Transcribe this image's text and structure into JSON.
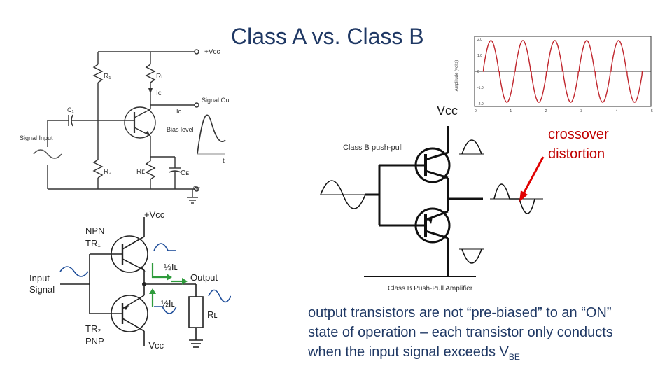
{
  "slide": {
    "title": "Class A vs. Class B",
    "vcc_label": "Vcc",
    "crossover_note": "crossover distortion",
    "footer_note_main": "output transistors are not “pre-biased” to an “ON” state of operation – each transistor only conducts  when the input signal exceeds V",
    "footer_note_sub": "BE"
  },
  "class_a_circuit": {
    "vcc": "+Vcc",
    "r1": "R₁",
    "rl": "Rₗ",
    "ic_arrow": "Iᴄ",
    "signal_output": "Signal Output",
    "ic": "Ic",
    "c1": "C₁",
    "signal_input": "Signal Input",
    "bias_level": "Bias level",
    "r2": "R₂",
    "re": "Rᴇ",
    "ce": "Cᴇ",
    "t": "t",
    "zero_v": "0v"
  },
  "push_pull_right": {
    "label": "Class B push-pull",
    "caption": "Class B Push-Pull Amplifier"
  },
  "complementary_circuit": {
    "vcc_top": "+Vcc",
    "npn": "NPN",
    "tr1": "TR₁",
    "half_il_top": "½Iʟ",
    "output": "Output",
    "input_signal": "Input Signal",
    "half_il_bottom": "½Iʟ",
    "rl": "Rʟ",
    "tr2": "TR₂",
    "pnp": "PNP",
    "vcc_bottom": "-Vcc"
  },
  "scope": {
    "y_ticks": [
      "2.0",
      "1.0",
      "0",
      "-1.0",
      "-2.0"
    ],
    "x_ticks": [
      "0",
      "1",
      "2",
      "3",
      "4",
      "5"
    ],
    "ylabel": "Amplitude (volts)"
  },
  "colors": {
    "title": "#1f3864",
    "note_red": "#c00000",
    "wave_red": "#c0262d",
    "arrow_red": "#e00000",
    "green_arrow": "#2e9b3b"
  }
}
